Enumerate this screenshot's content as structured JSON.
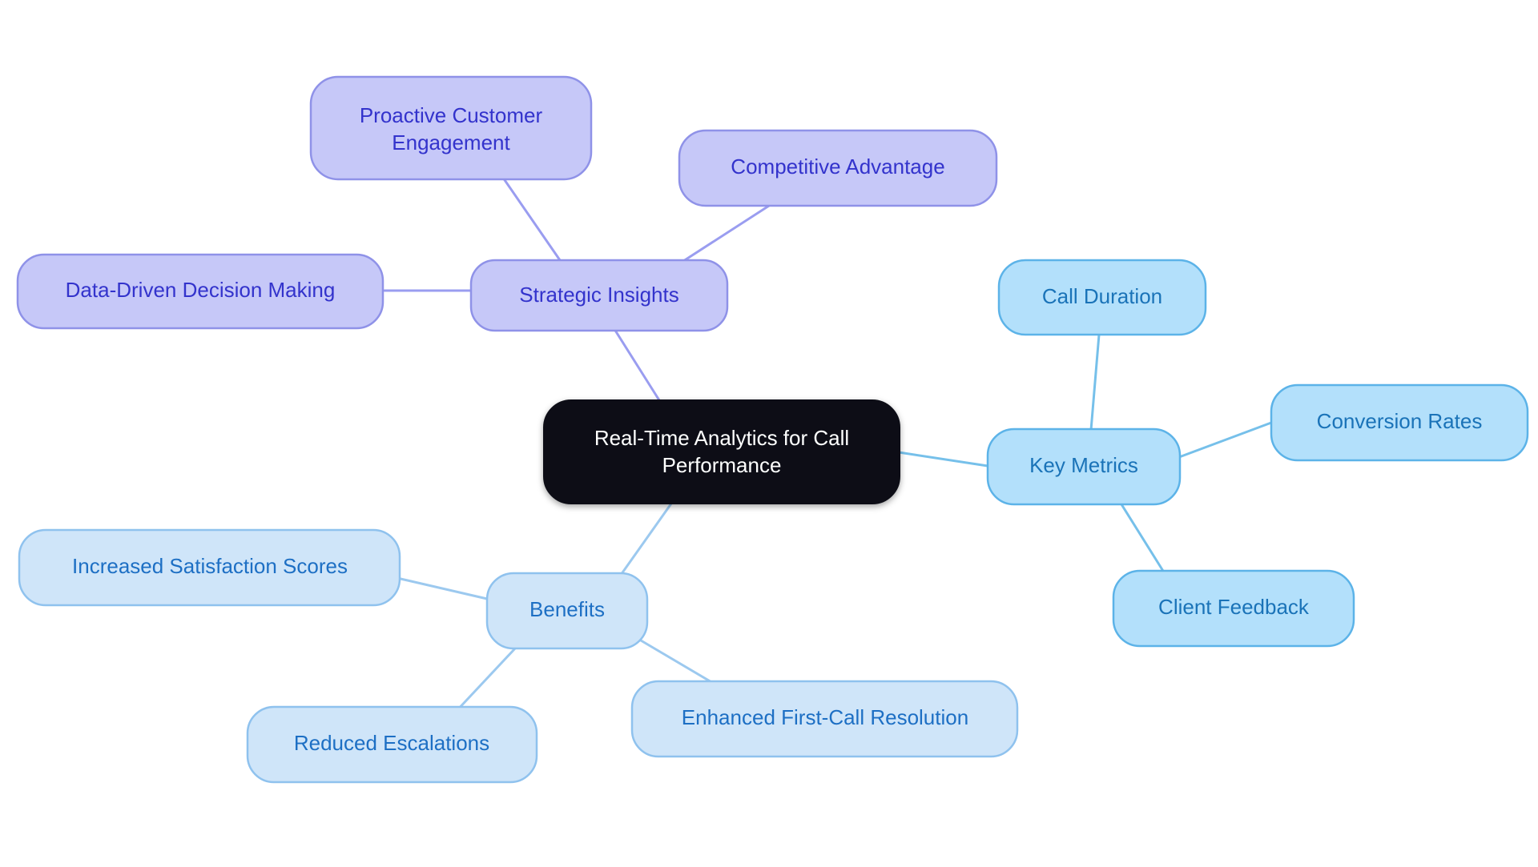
{
  "diagram": {
    "type": "mindmap",
    "background": "#ffffff",
    "root": {
      "id": "root",
      "label": "Real-Time Analytics for Call Performance",
      "label_line1": "Real-Time Analytics for Call",
      "label_line2": "Performance",
      "fill": "#0b1016",
      "stroke": "#0b1016",
      "text_color": "#ffffff",
      "font_size": 26
    },
    "branches": [
      {
        "id": "strategic-insights",
        "label": "Strategic Insights",
        "fill": "#c6c8f8",
        "stroke": "#8f92e8",
        "text_color": "#3333cc",
        "edge_color": "#9a9df0",
        "children": [
          {
            "id": "proactive-customer-engagement",
            "label": "Proactive Customer Engagement",
            "label_line1": "Proactive Customer",
            "label_line2": "Engagement",
            "fill": "#c6c8f8",
            "stroke": "#8f92e8",
            "text_color": "#3333cc"
          },
          {
            "id": "competitive-advantage",
            "label": "Competitive Advantage",
            "fill": "#c6c8f8",
            "stroke": "#8f92e8",
            "text_color": "#3333cc"
          },
          {
            "id": "data-driven-decision-making",
            "label": "Data-Driven Decision Making",
            "fill": "#c6c8f8",
            "stroke": "#8f92e8",
            "text_color": "#3333cc"
          }
        ]
      },
      {
        "id": "key-metrics",
        "label": "Key Metrics",
        "fill": "#b3e0fb",
        "stroke": "#5cb3e8",
        "text_color": "#1a73b8",
        "edge_color": "#76c0ea",
        "children": [
          {
            "id": "call-duration",
            "label": "Call Duration",
            "fill": "#b3e0fb",
            "stroke": "#5cb3e8",
            "text_color": "#1a73b8"
          },
          {
            "id": "conversion-rates",
            "label": "Conversion Rates",
            "fill": "#b3e0fb",
            "stroke": "#5cb3e8",
            "text_color": "#1a73b8"
          },
          {
            "id": "client-feedback",
            "label": "Client Feedback",
            "fill": "#b3e0fb",
            "stroke": "#5cb3e8",
            "text_color": "#1a73b8"
          }
        ]
      },
      {
        "id": "benefits",
        "label": "Benefits",
        "fill": "#cfe5f9",
        "stroke": "#8fc2ee",
        "text_color": "#1d6fc4",
        "edge_color": "#9cc9ef",
        "children": [
          {
            "id": "increased-satisfaction-scores",
            "label": "Increased Satisfaction Scores",
            "fill": "#cfe5f9",
            "stroke": "#8fc2ee",
            "text_color": "#1d6fc4"
          },
          {
            "id": "reduced-escalations",
            "label": "Reduced Escalations",
            "fill": "#cfe5f9",
            "stroke": "#8fc2ee",
            "text_color": "#1d6fc4"
          },
          {
            "id": "enhanced-first-call-resolution",
            "label": "Enhanced First-Call Resolution",
            "fill": "#cfe5f9",
            "stroke": "#8fc2ee",
            "text_color": "#1d6fc4"
          }
        ]
      }
    ]
  }
}
